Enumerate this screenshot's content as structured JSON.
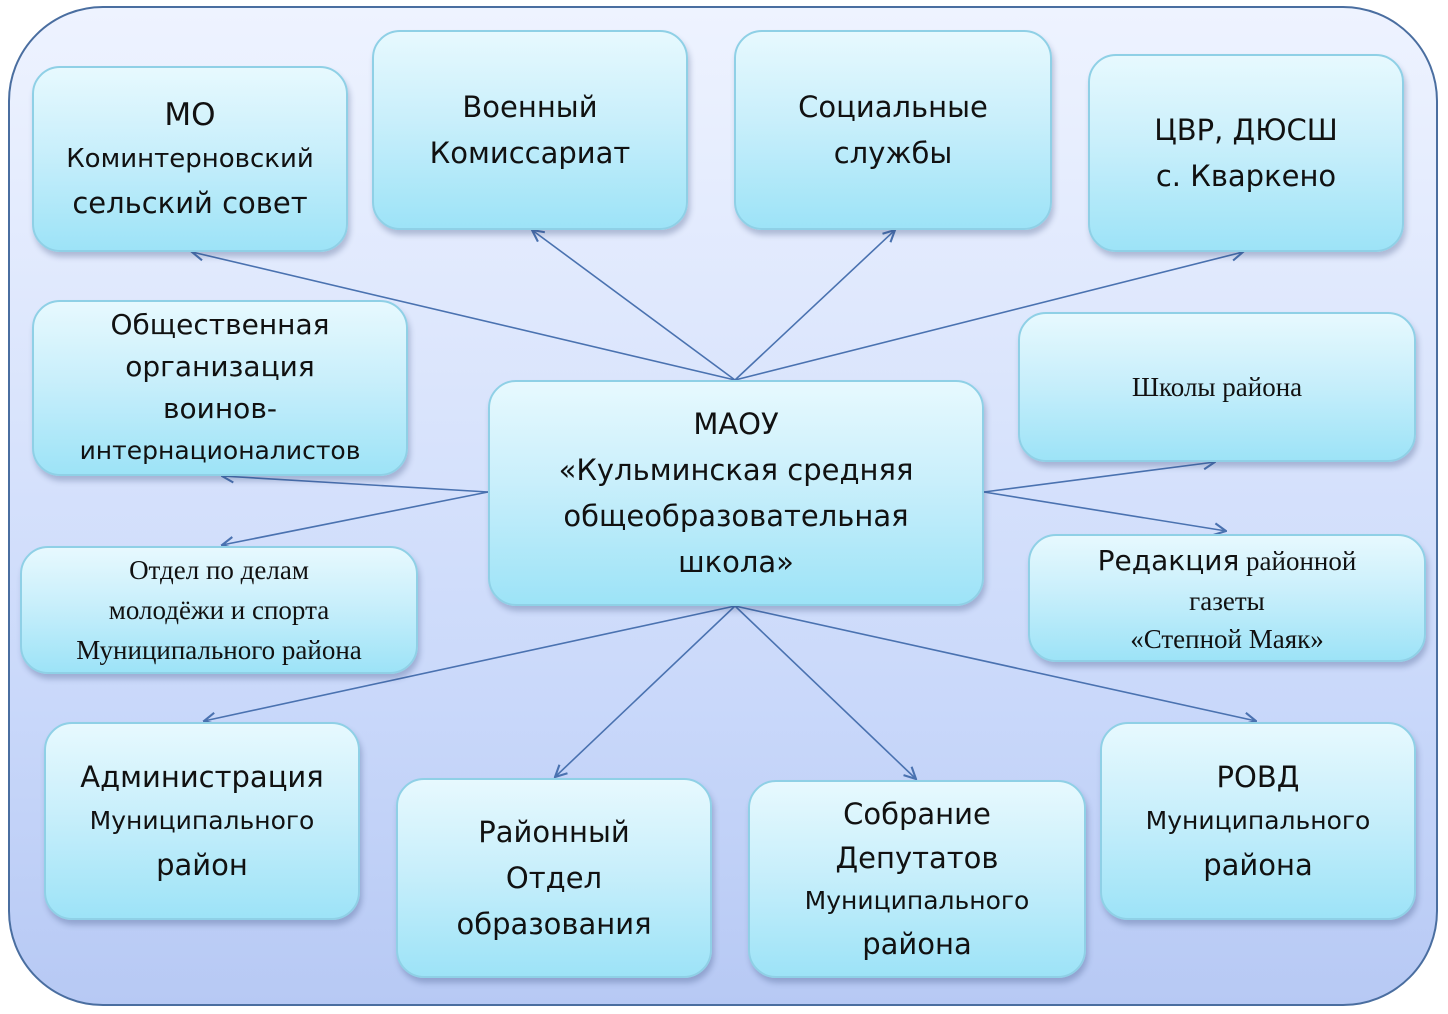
{
  "center": {
    "lines": [
      "МАОУ",
      "«Кульминская средняя",
      "общеобразовательная",
      "школа»"
    ]
  },
  "nodes": {
    "mo": {
      "lines": [
        "МО",
        "Коминтерновский",
        "сельский совет"
      ]
    },
    "military": {
      "lines": [
        "Военный",
        "Комиссариат"
      ]
    },
    "social": {
      "lines": [
        "Социальные",
        "службы"
      ]
    },
    "cvr": {
      "lines": [
        "ЦВР, ДЮСШ",
        "с. Кваркено"
      ]
    },
    "veterans": {
      "lines": [
        "Общественная",
        "организация",
        "воинов-",
        "интернационалистов"
      ]
    },
    "schools": {
      "lines": [
        "Школы района"
      ]
    },
    "youth": {
      "lines": [
        "Отдел по делам",
        "молодёжи и спорта",
        "Муниципального района"
      ]
    },
    "newspaper": {
      "line1_a": "Редакция",
      "line1_b": " районной",
      "line2": "газеты",
      "line3": "«Степной Маяк»"
    },
    "admin": {
      "lines": [
        "Администрация",
        "Муниципального",
        "район"
      ]
    },
    "education": {
      "lines": [
        "Районный",
        "Отдел",
        "образования"
      ]
    },
    "deputies": {
      "lines": [
        "Собрание",
        "Депутатов",
        "Муниципального",
        "района"
      ]
    },
    "rovd": {
      "lines": [
        "РОВД",
        "Муниципального",
        "района"
      ]
    }
  },
  "colors": {
    "arrow": "#4a72b0",
    "node_border": "#8fd0e6",
    "frame_border": "#4a6ea0"
  }
}
